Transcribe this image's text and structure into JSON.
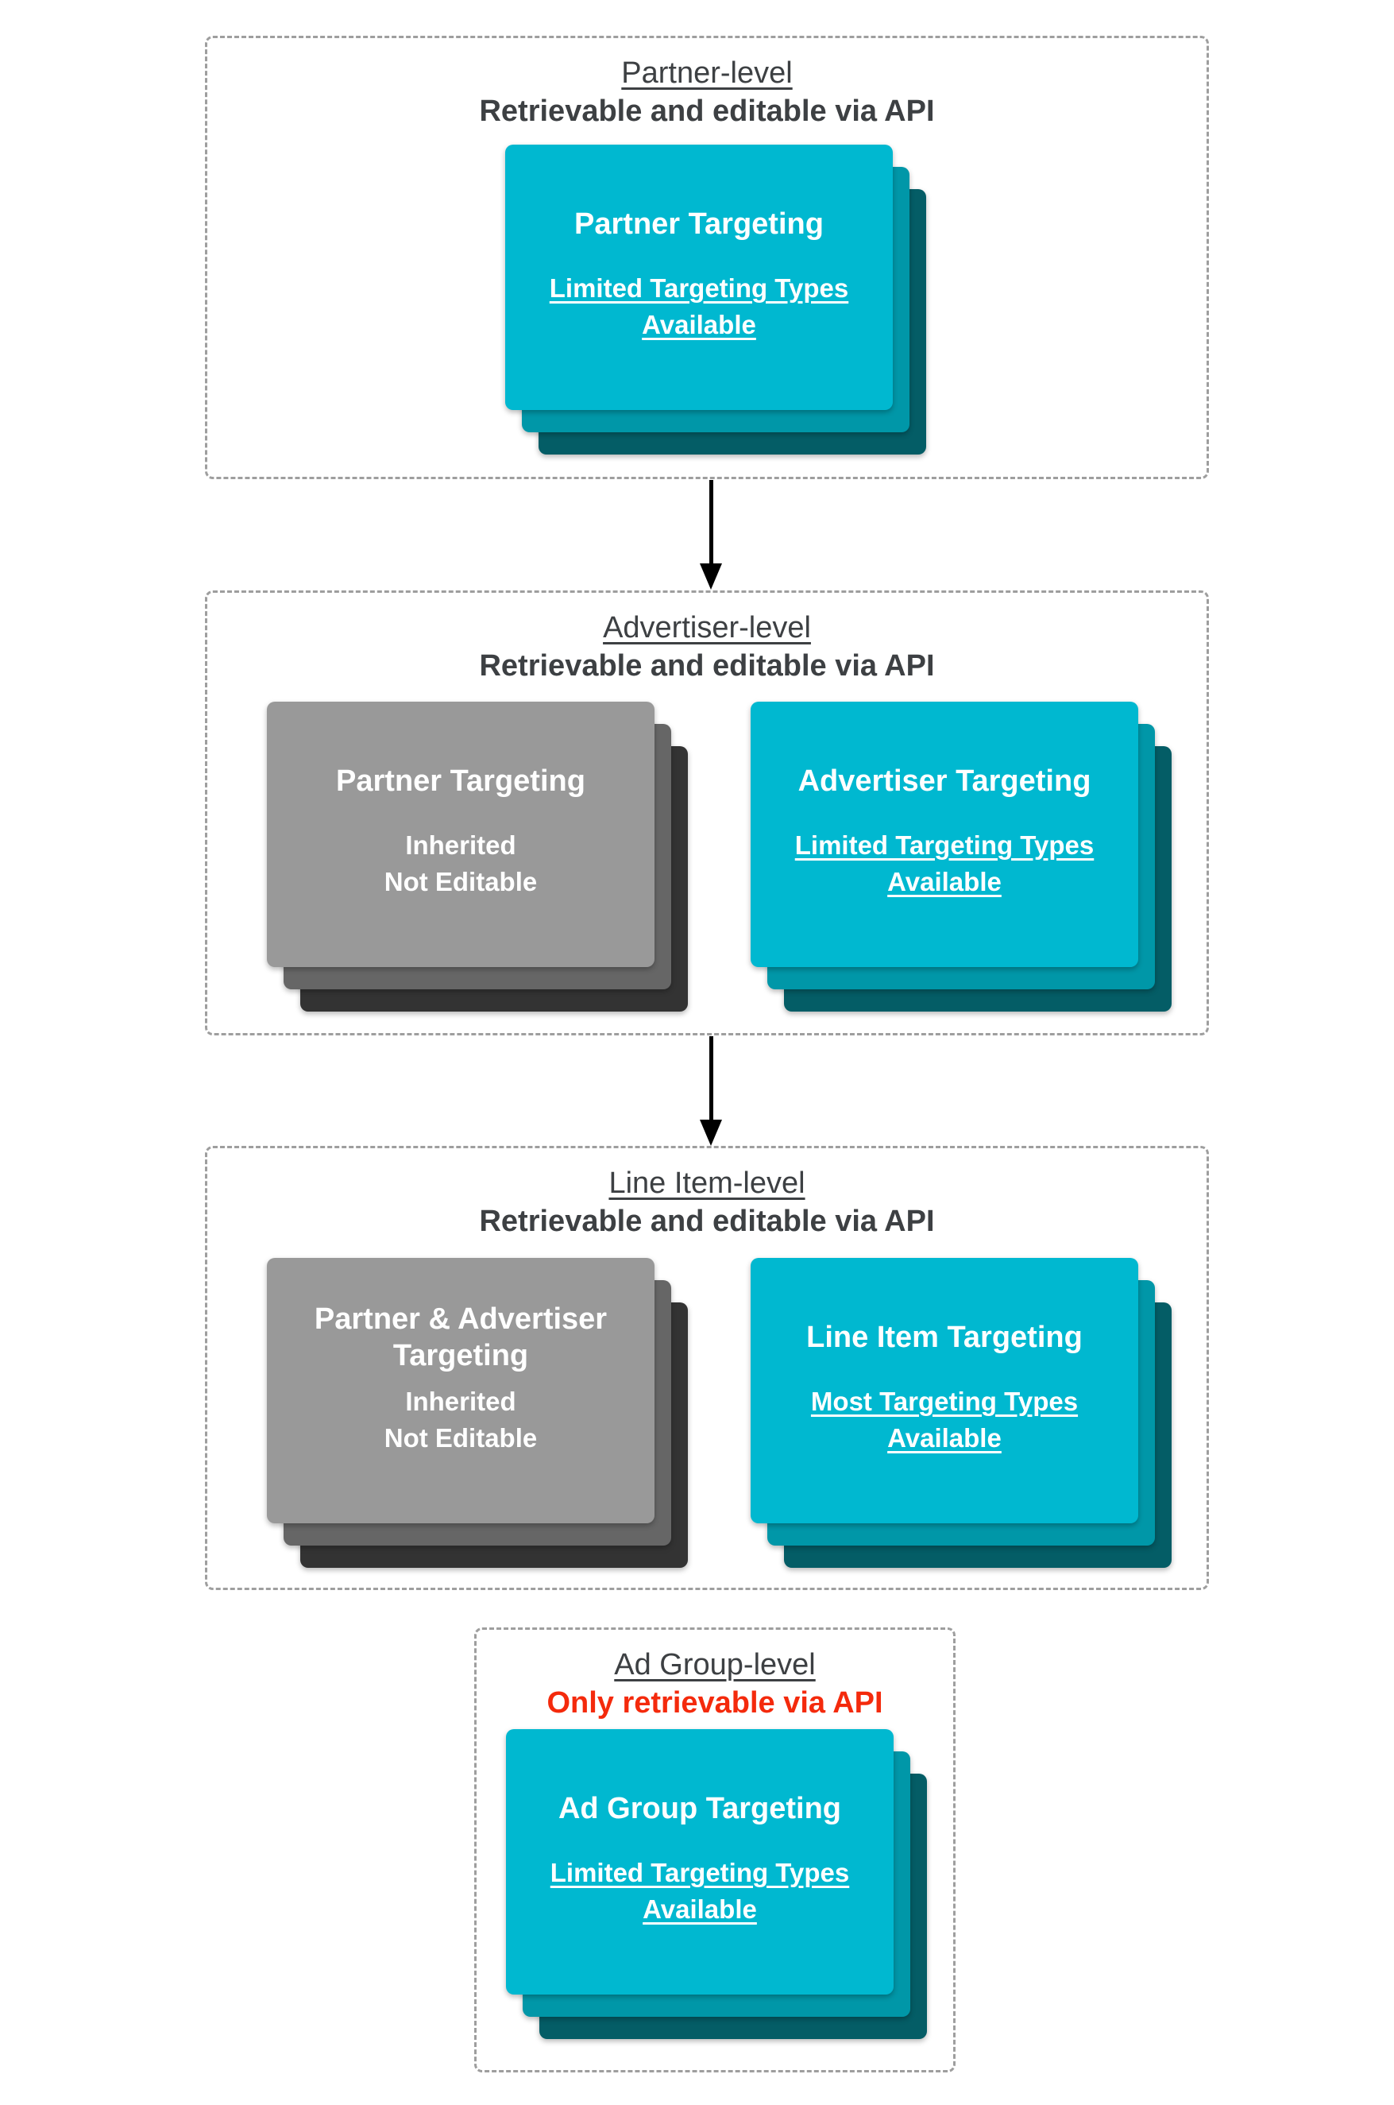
{
  "colors": {
    "teal_front": "#00b8d0",
    "teal_mid": "#0097a8",
    "teal_back": "#045d66",
    "gray_front": "#999999",
    "gray_mid": "#666666",
    "gray_back": "#333333",
    "heading": "#3d4043",
    "red": "#f42a0c",
    "border": "#9e9e9e",
    "arrow": "#000000"
  },
  "sections": [
    {
      "title": "Partner-level",
      "subtitle": "Retrievable and editable via API",
      "cards": [
        {
          "style": "teal",
          "title": "Partner Targeting",
          "lines": [
            "Limited Targeting Types",
            "Available"
          ]
        }
      ]
    },
    {
      "title": "Advertiser-level",
      "subtitle": "Retrievable and editable via API",
      "cards": [
        {
          "style": "gray",
          "title": "Partner Targeting",
          "lines": [
            "Inherited",
            "Not Editable"
          ]
        },
        {
          "style": "teal",
          "title": "Advertiser Targeting",
          "lines": [
            "Limited Targeting Types",
            "Available"
          ]
        }
      ]
    },
    {
      "title": "Line Item-level",
      "subtitle": "Retrievable and editable via API",
      "cards": [
        {
          "style": "gray",
          "title": "Partner & Advertiser Targeting",
          "lines": [
            "Inherited",
            "Not Editable"
          ]
        },
        {
          "style": "teal",
          "title": "Line Item Targeting",
          "lines": [
            "Most Targeting Types",
            "Available"
          ]
        }
      ]
    },
    {
      "title": "Ad Group-level",
      "subtitle": "Only retrievable via API",
      "cards": [
        {
          "style": "teal",
          "title": "Ad Group Targeting",
          "lines": [
            "Limited Targeting Types",
            "Available"
          ]
        }
      ]
    }
  ]
}
